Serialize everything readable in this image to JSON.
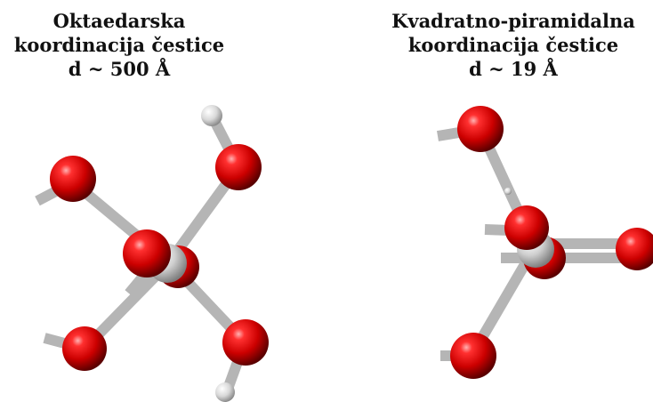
{
  "panels": [
    {
      "id": "octahedral",
      "caption": [
        "Oktaedarska",
        "koordinacija čestice",
        "d ~ 500 Å"
      ]
    },
    {
      "id": "square-pyramidal",
      "caption": [
        "Kvadratno-piramidalna",
        "koordinacija čestice",
        "d ~ 19 Å"
      ]
    }
  ],
  "colors": {
    "oxygen": "#cc0000",
    "hydrogen": "#dddddd",
    "metal": "#c8c8c8",
    "bond": "#b9b9b9",
    "text": "#111111"
  }
}
